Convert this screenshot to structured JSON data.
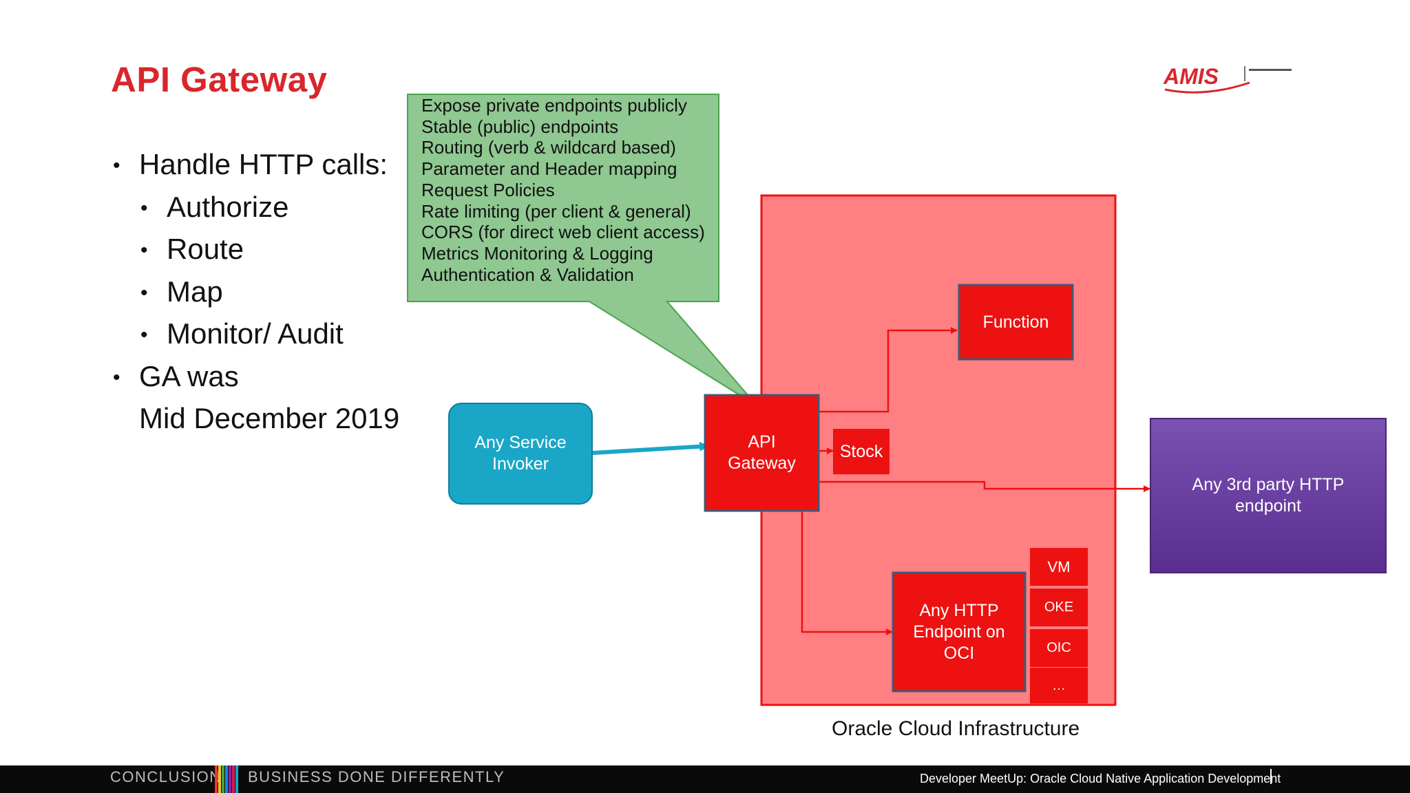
{
  "slide": {
    "title": "API Gateway",
    "bullets": [
      {
        "text": "Handle HTTP calls:",
        "level": 1
      },
      {
        "text": "Authorize",
        "level": 2
      },
      {
        "text": "Route",
        "level": 2
      },
      {
        "text": "Map",
        "level": 2
      },
      {
        "text": "Monitor/ Audit",
        "level": 2
      },
      {
        "text": "GA was",
        "level": 1
      },
      {
        "text": "Mid December 2019",
        "level": 1,
        "continuation": true
      }
    ]
  },
  "callout": {
    "lines": [
      "Expose private endpoints publicly",
      "Stable (public) endpoints",
      "Routing (verb & wildcard based)",
      "Parameter and Header mapping",
      "Request Policies",
      "Rate limiting (per client & general)",
      "CORS (for direct web client access)",
      "Metrics Monitoring & Logging",
      "Authentication & Validation"
    ]
  },
  "diagram": {
    "invoker_label": "Any Service Invoker",
    "gateway_label": "API Gateway",
    "stock_label": "Stock",
    "function_label": "Function",
    "http_endpoint_label": "Any HTTP Endpoint on OCI",
    "third_party_label": "Any 3rd party HTTP endpoint",
    "oci_label": "Oracle Cloud Infrastructure",
    "targets": [
      "VM",
      "OKE",
      "OIC",
      "…"
    ]
  },
  "footer": {
    "brand": "CONCLUSION",
    "tagline": "BUSINESS DONE DIFFERENTLY",
    "event": "Developer MeetUp: Oracle Cloud Native Application Development"
  },
  "logo": {
    "text": "AMIS"
  },
  "colors": {
    "title": "#d9262c",
    "oci_fill": "#ff7f82",
    "box_red": "#ee1111",
    "callout_green": "#8fc891",
    "invoker_teal": "#1aa6c7",
    "third_party_purple": "#6a3a9e"
  }
}
